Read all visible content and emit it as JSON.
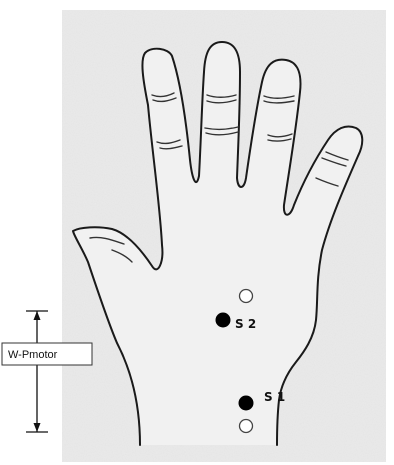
{
  "figure": {
    "measure_label": "W-Pmotor",
    "electrodes": [
      {
        "id": "s2",
        "label": "S 2",
        "state": "filled"
      },
      {
        "id": "s1",
        "label": "S 1",
        "state": "filled"
      }
    ],
    "reference_points": [
      {
        "id": "ref-upper",
        "state": "open"
      },
      {
        "id": "ref-lower",
        "state": "open"
      }
    ],
    "colors": {
      "paper": "#ebebeb",
      "ink": "#1a1a1a",
      "electrode_fill": "#000000",
      "reference_fill": "#ffffff"
    }
  }
}
